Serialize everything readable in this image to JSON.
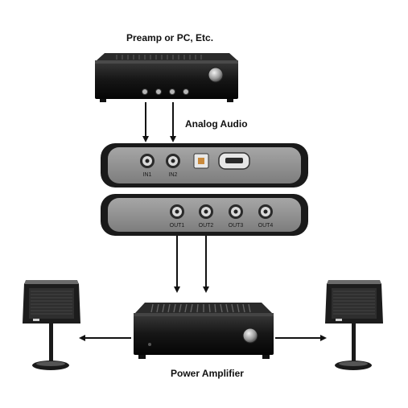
{
  "labels": {
    "source": "Preamp or PC, Etc.",
    "signal": "Analog Audio",
    "amplifier": "Power Amplifier"
  },
  "input_unit": {
    "ports": [
      "IN1",
      "IN2"
    ]
  },
  "output_unit": {
    "ports": [
      "OUT1",
      "OUT2",
      "OUT3",
      "OUT4"
    ]
  },
  "icons": {
    "source_device": "preamp-icon",
    "amplifier_device": "amplifier-icon",
    "speaker": "speaker-icon",
    "optical_port": "optical-port-icon",
    "hdmi_port": "hdmi-port-icon"
  },
  "colors": {
    "device_black": "#161616",
    "panel_gray": "#8a8a8a",
    "arrow": "#111111",
    "optical_accent": "#c98a3c"
  }
}
